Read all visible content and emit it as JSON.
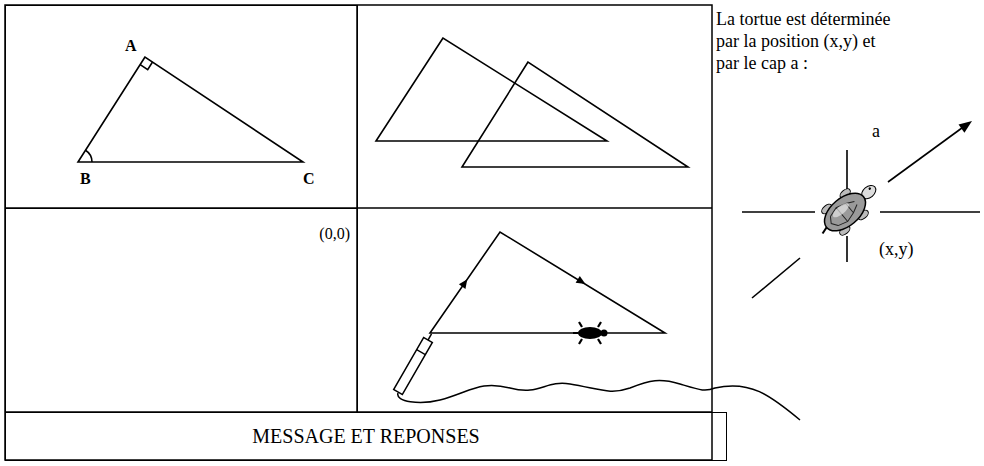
{
  "diagram": {
    "nodes": [
      {
        "text": [
          "A",
          "B",
          "C"
        ]
      },
      {
        "text": [
          "(0,0)"
        ]
      },
      {
        "text": [
          "MESSAGE ET REPONSES"
        ]
      }
    ],
    "labels": [
      "La tortue est déterminée par la position (x,y) et par le cap a :",
      "a",
      "(x,y)"
    ]
  }
}
